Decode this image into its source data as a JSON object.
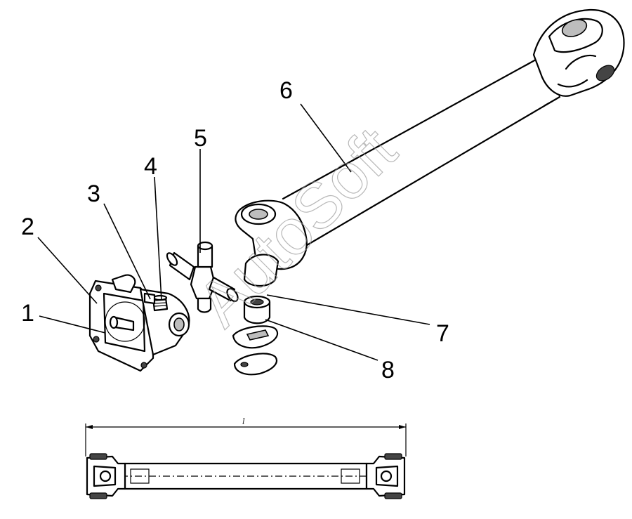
{
  "callouts": {
    "c1": "1",
    "c2": "2",
    "c3": "3",
    "c4": "4",
    "c5": "5",
    "c6": "6",
    "c7": "7",
    "c8": "8"
  },
  "dimension_label": "l",
  "watermark": "AutoSoft"
}
